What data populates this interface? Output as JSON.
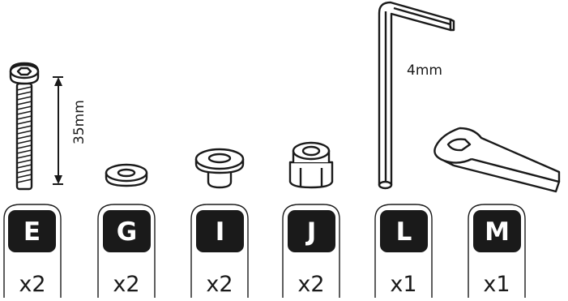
{
  "dimensions": {
    "screw_length": "35mm",
    "allen_key_size": "4mm"
  },
  "parts": [
    {
      "letter": "E",
      "quantity": "x2",
      "part": "bolt-icon"
    },
    {
      "letter": "G",
      "quantity": "x2",
      "part": "washer-icon"
    },
    {
      "letter": "I",
      "quantity": "x2",
      "part": "flanged-bushing-icon"
    },
    {
      "letter": "J",
      "quantity": "x2",
      "part": "lock-nut-icon"
    },
    {
      "letter": "L",
      "quantity": "x1",
      "part": "allen-key-icon"
    },
    {
      "letter": "M",
      "quantity": "x1",
      "part": "spanner-icon"
    }
  ],
  "colors": {
    "line": "#1a1a1a",
    "badge": "#1a1a1a",
    "badge_text": "#ffffff",
    "background": "#ffffff"
  }
}
